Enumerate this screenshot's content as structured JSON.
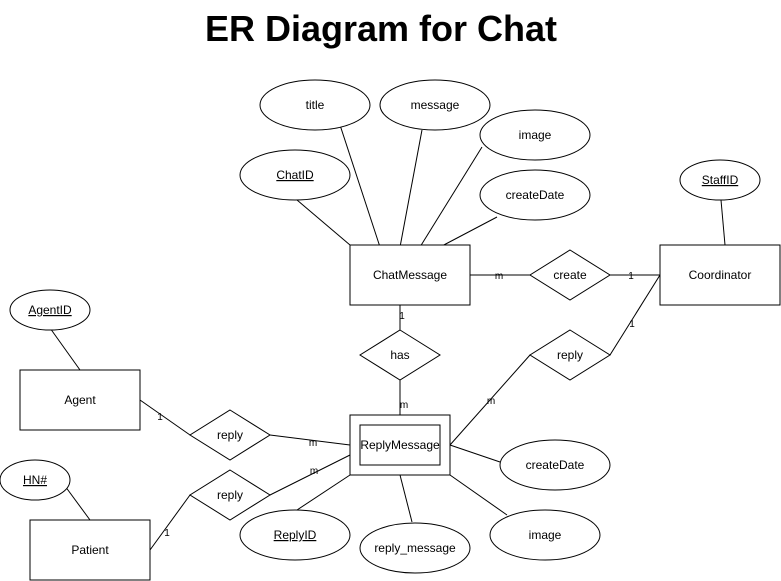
{
  "title": "ER Diagram for Chat",
  "entities": {
    "chat_message": "ChatMessage",
    "coordinator": "Coordinator",
    "agent": "Agent",
    "patient": "Patient",
    "reply_message": "ReplyMessage"
  },
  "relationships": {
    "create": "create",
    "has": "has",
    "reply_coordinator": "reply",
    "reply_agent": "reply",
    "reply_patient": "reply"
  },
  "attributes": {
    "title": "title",
    "message": "message",
    "image_chat": "image",
    "create_date_chat": "createDate",
    "chat_id": "ChatID",
    "staff_id": "StaffID",
    "agent_id": "AgentID",
    "hn": "HN#",
    "reply_id": "ReplyID",
    "reply_message": "reply_message",
    "image_reply": "image",
    "create_date_reply": "createDate"
  },
  "cardinalities": {
    "chat_create": "m",
    "coordinator_create": "1",
    "chat_has": "1",
    "reply_has": "m",
    "coordinator_reply": "1",
    "reply_coordinator_side": "m",
    "agent_reply": "1",
    "reply_agent_side": "m",
    "patient_reply": "1",
    "reply_patient_side": "m"
  }
}
